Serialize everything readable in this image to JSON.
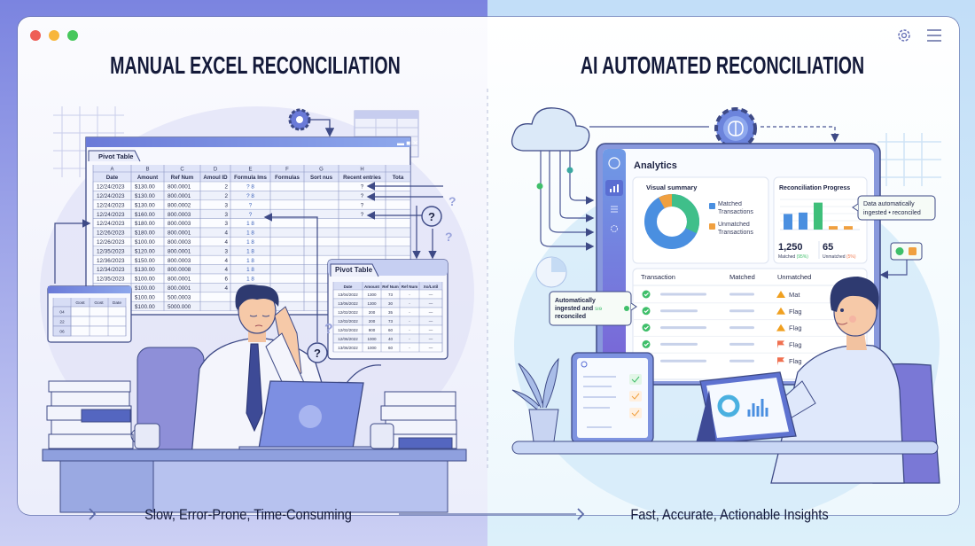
{
  "window": {
    "controls": [
      "close",
      "minimize",
      "maximize"
    ],
    "icons": [
      "gear-icon",
      "hamburger-menu-icon"
    ]
  },
  "colors": {
    "left_bg": "#7f86e2",
    "right_bg": "#c6e2f8",
    "title": "#141a3a",
    "accent": "#5b6fd6",
    "matched": "#3fbf7a",
    "unmatched": "#f0a040"
  },
  "left": {
    "title": "MANUAL EXCEL RECONCILIATION",
    "spreadsheet": {
      "tab": "Pivot Table",
      "column_letters": [
        "A",
        "B",
        "C",
        "D",
        "E",
        "F",
        "G",
        "H",
        ""
      ],
      "headers": [
        "Date",
        "Amount",
        "Ref Num",
        "Amoul ID",
        "Formula Ims",
        "Formulas",
        "Sort nus",
        "Recent entries",
        "Tota"
      ],
      "rows": [
        [
          "12/24/2023",
          "$130.00",
          "800.0001",
          "2",
          "? 8",
          "",
          "",
          "?",
          ""
        ],
        [
          "12/24/2023",
          "$130.00",
          "800.0001",
          "2",
          "? 8",
          "",
          "",
          "?",
          ""
        ],
        [
          "12/24/2023",
          "$130.00",
          "800.0002",
          "3",
          "?",
          "",
          "",
          "?",
          ""
        ],
        [
          "12/24/2023",
          "$160.00",
          "800.0003",
          "3",
          "?",
          "",
          "",
          "?",
          ""
        ],
        [
          "12/24/2023",
          "$180.00",
          "800.0003",
          "3",
          "1 8",
          "",
          "",
          "",
          ""
        ],
        [
          "12/26/2023",
          "$180.00",
          "800.0001",
          "4",
          "1 8",
          "",
          "",
          "",
          ""
        ],
        [
          "12/26/2023",
          "$100.00",
          "800.0003",
          "4",
          "1 8",
          "",
          "",
          "",
          ""
        ],
        [
          "12/35/2023",
          "$120.00",
          "800.0001",
          "3",
          "1 8",
          "",
          "",
          "",
          ""
        ],
        [
          "12/36/2023",
          "$150.00",
          "800.0003",
          "4",
          "1 8",
          "",
          "",
          "",
          ""
        ],
        [
          "12/34/2023",
          "$130.00",
          "800.0008",
          "4",
          "1 8",
          "",
          "",
          "",
          ""
        ],
        [
          "12/35/2023",
          "$100.00",
          "800.0001",
          "6",
          "1 8",
          "",
          "",
          "",
          ""
        ],
        [
          "",
          "$100.00",
          "800.0001",
          "4",
          "",
          "",
          "",
          "",
          ""
        ],
        [
          "",
          "$100.00",
          "500.0003",
          "",
          "",
          "",
          "",
          "",
          ""
        ],
        [
          "",
          "$100.00",
          "5000.000",
          "",
          "",
          "",
          "",
          "",
          ""
        ]
      ]
    },
    "pivot_small": {
      "tab": "Pivot Table",
      "headers": [
        "Date",
        "Amount",
        "Ref Num",
        "Ref Num",
        "Xo/Lntil"
      ],
      "rows": [
        [
          "13/04/2022",
          "1300",
          "73",
          "-",
          "—"
        ],
        [
          "13/06/2022",
          "1300",
          "30",
          "-",
          "—"
        ],
        [
          "12/02/2022",
          "200",
          "35",
          "-",
          "—"
        ],
        [
          "12/02/2022",
          "200",
          "73",
          "-",
          "—"
        ],
        [
          "12/02/2022",
          "900",
          "60",
          "-",
          "—"
        ],
        [
          "12/06/2022",
          "1000",
          "40",
          "-",
          "—"
        ],
        [
          "13/06/2022",
          "1000",
          "60",
          "-",
          "—"
        ]
      ]
    },
    "mini_table": {
      "headers": [
        "",
        "Gost",
        "Gost",
        "Date"
      ],
      "rows": [
        [
          "04",
          "",
          "",
          ""
        ],
        [
          "22",
          "",
          "",
          ""
        ],
        [
          "06",
          "",
          "",
          ""
        ]
      ]
    },
    "question_mark": "?",
    "footer": "Slow, Error-Prone, Time-Consuming"
  },
  "right": {
    "title": "AI AUTOMATED RECONCILIATION",
    "dashboard": {
      "title": "Analytics",
      "sidebar_icons": [
        "brain-logo-icon",
        "bar-chart-icon",
        "list-icon",
        "settings-icon"
      ],
      "visual_summary": {
        "title": "Visual summary",
        "matched_share": 0.92,
        "legend": [
          {
            "label": "Matched Transactions",
            "color": "#4a8fe0"
          },
          {
            "label": "Unmatched Transactions",
            "color": "#f0a040"
          }
        ]
      },
      "progress": {
        "title": "Reconciliation Progress",
        "bars": [
          0.55,
          0.6,
          0.95,
          0.12,
          0.12
        ],
        "matched_value": "1,250",
        "matched_label": "Matched",
        "matched_pct": "(95%)",
        "unmatched_value": "65",
        "unmatched_label": "Unmatched",
        "unmatched_pct": "(5%)"
      },
      "table": {
        "headers": [
          "Transaction",
          "Matched",
          "Unmatched"
        ],
        "rows": [
          {
            "status": "Mat",
            "icon": "warning"
          },
          {
            "status": "Flag",
            "icon": "warning"
          },
          {
            "status": "Flag",
            "icon": "warning"
          },
          {
            "status": "Flag",
            "icon": "flag"
          },
          {
            "status": "Flag",
            "icon": "flag"
          }
        ]
      }
    },
    "callout_right": [
      "Data automatically",
      "ingested • reconciled"
    ],
    "callout_left": [
      "Automatically",
      "ingested and",
      "sıɘ",
      "reconciled"
    ],
    "footer": "Fast, Accurate, Actionable Insights"
  }
}
